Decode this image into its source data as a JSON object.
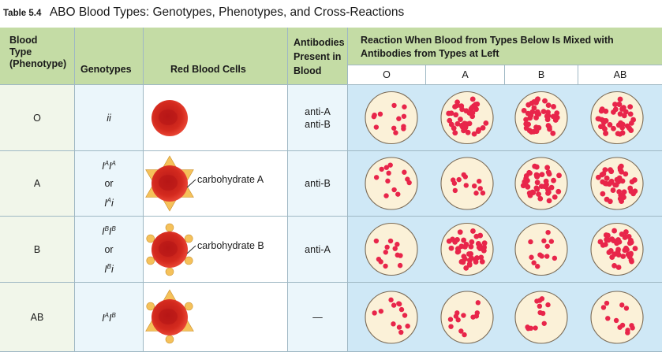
{
  "caption": {
    "label": "Table 5.4",
    "title": "ABO Blood Types: Genotypes, Phenotypes, and Cross-Reactions"
  },
  "headers": {
    "blood_type": [
      "Blood",
      "Type",
      "(Phenotype)"
    ],
    "genotypes": "Genotypes",
    "red_blood_cells": "Red Blood Cells",
    "antibodies": [
      "Antibodies",
      "Present in",
      "Blood"
    ],
    "reaction": [
      "Reaction When Blood from Types Below Is Mixed with",
      "Antibodies from Types at Left"
    ],
    "reaction_columns": [
      "O",
      "A",
      "B",
      "AB"
    ]
  },
  "rows": [
    {
      "phenotype": "O",
      "genotype_lines": [
        {
          "parts": [
            [
              "ii",
              ""
            ]
          ]
        }
      ],
      "rbc_label": "",
      "rbc_marker": "none",
      "antibodies": [
        "anti-A",
        "anti-B"
      ],
      "reactions": [
        "dispersed",
        "clumped",
        "clumped",
        "clumped"
      ]
    },
    {
      "phenotype": "A",
      "genotype_lines": [
        {
          "parts": [
            [
              "I",
              "A"
            ],
            [
              "I",
              "A"
            ]
          ]
        },
        {
          "or": "or"
        },
        {
          "parts": [
            [
              "I",
              "A"
            ],
            [
              "i",
              ""
            ]
          ]
        }
      ],
      "rbc_label": "carbohydrate A",
      "rbc_marker": "triangle",
      "antibodies": [
        "anti-B"
      ],
      "reactions": [
        "dispersed",
        "dispersed",
        "clumped",
        "clumped"
      ]
    },
    {
      "phenotype": "B",
      "genotype_lines": [
        {
          "parts": [
            [
              "I",
              "B"
            ],
            [
              "I",
              "B"
            ]
          ]
        },
        {
          "or": "or"
        },
        {
          "parts": [
            [
              "I",
              "B"
            ],
            [
              "i",
              ""
            ]
          ]
        }
      ],
      "rbc_label": "carbohydrate B",
      "rbc_marker": "circle",
      "antibodies": [
        "anti-A"
      ],
      "reactions": [
        "dispersed",
        "clumped",
        "dispersed",
        "clumped"
      ]
    },
    {
      "phenotype": "AB",
      "genotype_lines": [
        {
          "parts": [
            [
              "I",
              "A"
            ],
            [
              "I",
              "B"
            ]
          ]
        }
      ],
      "rbc_label": "",
      "rbc_marker": "both",
      "antibodies": [
        "—"
      ],
      "reactions": [
        "dispersed",
        "dispersed",
        "dispersed",
        "dispersed"
      ]
    }
  ],
  "colors": {
    "header_green": "#c4dca5",
    "phenotype_bg": "#f1f6ea",
    "light_blue": "#ebf6fb",
    "reaction_blue": "#cfe8f6",
    "dish_fill": "#fbf1d8",
    "cell_red": "#e8254a",
    "rbc_red": "#d42a1e",
    "marker_gold": "#f5c15a",
    "grid_line": "#9fb8c4"
  }
}
